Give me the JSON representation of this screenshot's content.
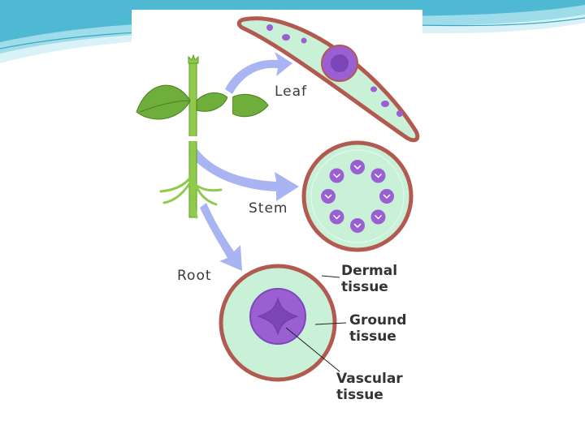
{
  "slide": {
    "colors": {
      "wave_light": "#cfeef5",
      "wave_mid": "#7fcfe0",
      "wave_dark": "#2fa9c6"
    }
  },
  "diagram": {
    "organ_labels": {
      "leaf": "Leaf",
      "stem": "Stem",
      "root": "Root"
    },
    "tissue_labels": {
      "dermal": [
        "Dermal",
        "tissue"
      ],
      "ground": [
        "Ground",
        "tissue"
      ],
      "vascular": [
        "Vascular",
        "tissue"
      ]
    },
    "colors": {
      "dermal": "#b35a50",
      "ground": "#c9f1d8",
      "vascular": "#9a5fd0",
      "vascular_dark": "#6e3aa8",
      "plant_green": "#8fca4a",
      "leaf_green": "#6fae3a",
      "arrow": "#a9b4f2"
    }
  }
}
